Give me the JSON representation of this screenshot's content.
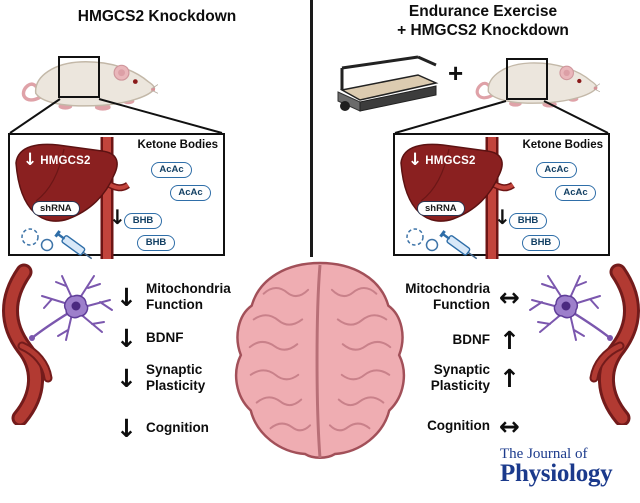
{
  "icons": {
    "down_arrow": "↓",
    "up_arrow": "↑",
    "left_right_arrow": "↔"
  },
  "palette": {
    "liver_red": "#8a2020",
    "vessel_red": "#c2443c",
    "ketone_pill_blue": "#2f6ea8",
    "neuron_purple": "#9d7fcb",
    "brain_pink": "#efadb2",
    "journal_blue": "#1b3a8c"
  },
  "left_panel": {
    "title": "HMGCS2 Knockdown",
    "liver_inset": {
      "hmgcs2_arrow": "down",
      "hmgcs2_label": "HMGCS2",
      "ketone_title": "Ketone Bodies",
      "ketones": [
        "AcAc",
        "AcAc",
        "BHB",
        "BHB"
      ],
      "flux_arrow": "down",
      "shrna_label": "shRNA"
    },
    "outcomes": [
      {
        "label": "Mitochondria Function",
        "arrow": "down"
      },
      {
        "label": "BDNF",
        "arrow": "down"
      },
      {
        "label": "Synaptic Plasticity",
        "arrow": "down"
      },
      {
        "label": "Cognition",
        "arrow": "down"
      }
    ]
  },
  "right_panel": {
    "title_line1": "Endurance Exercise",
    "title_line2": "+ HMGCS2 Knockdown",
    "plus_sign": "+",
    "liver_inset": {
      "hmgcs2_arrow": "down",
      "hmgcs2_label": "HMGCS2",
      "ketone_title": "Ketone Bodies",
      "ketones": [
        "AcAc",
        "AcAc",
        "BHB",
        "BHB"
      ],
      "flux_arrow": "down",
      "shrna_label": "shRNA"
    },
    "outcomes": [
      {
        "label": "Mitochondria Function",
        "arrow": "left_right"
      },
      {
        "label": "BDNF",
        "arrow": "up"
      },
      {
        "label": "Synaptic Plasticity",
        "arrow": "up"
      },
      {
        "label": "Cognition",
        "arrow": "left_right"
      }
    ]
  },
  "journal_logo": {
    "line1": "The Journal of",
    "line2": "Physiology"
  }
}
